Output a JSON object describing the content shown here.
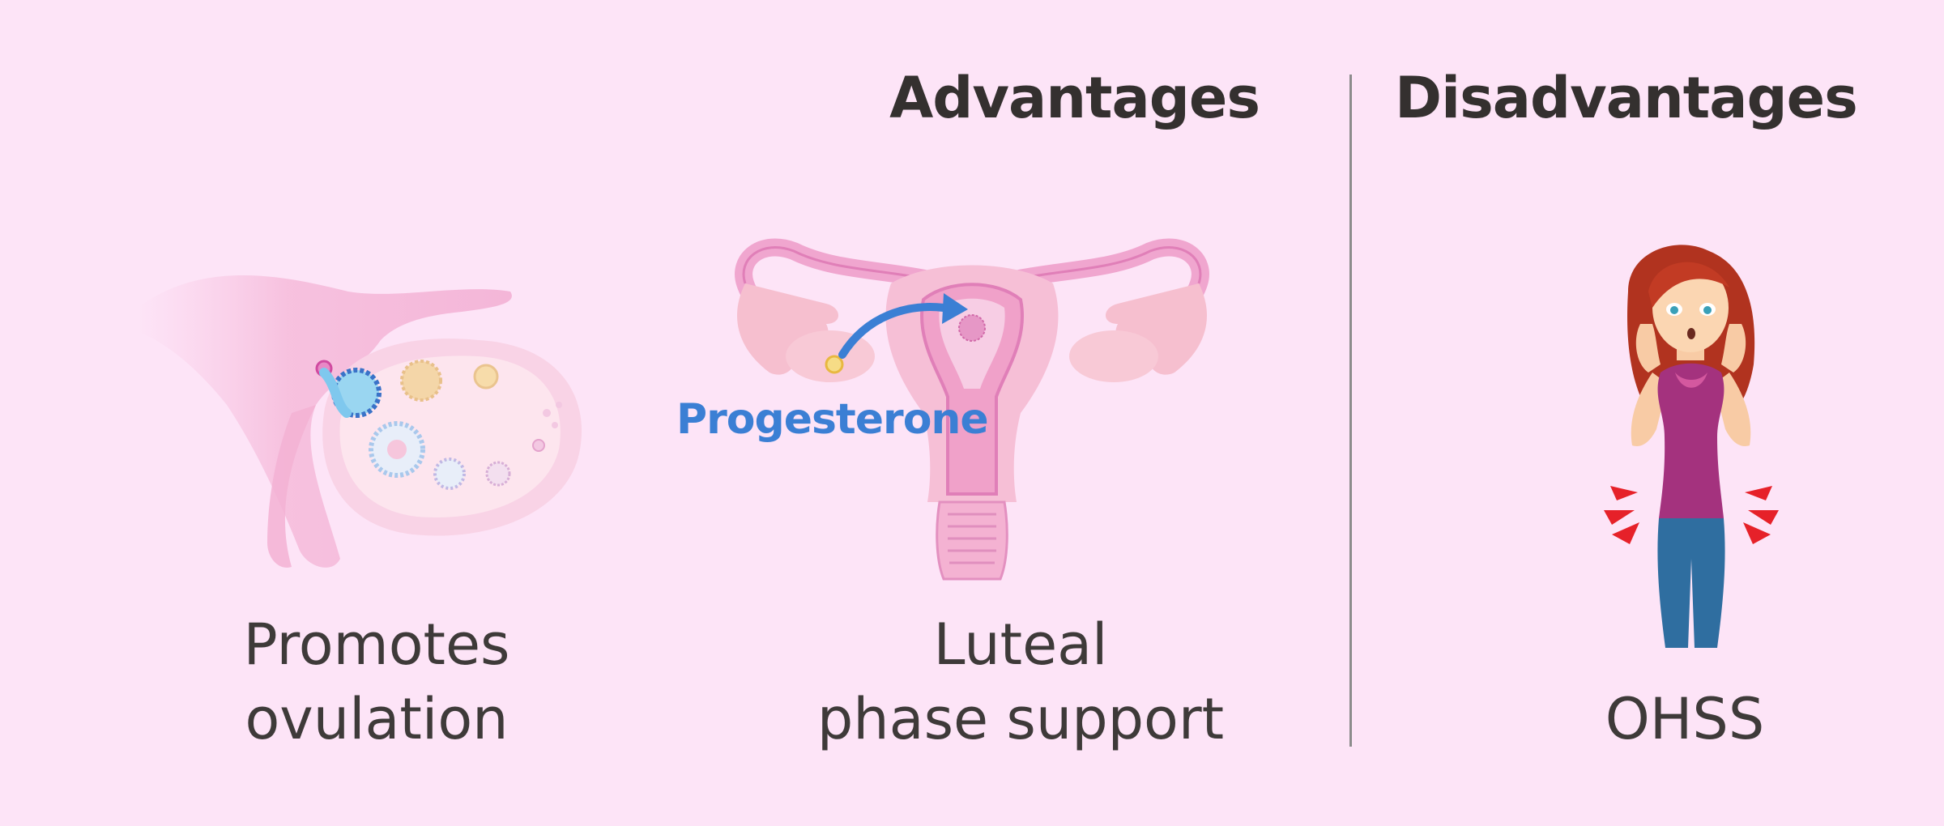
{
  "headings": {
    "advantages": "Advantages",
    "disadvantages": "Disadvantages"
  },
  "panels": [
    {
      "lines": [
        "Promotes",
        "ovulation"
      ]
    },
    {
      "lines": [
        "Luteal",
        "phase support"
      ],
      "label": "Progesterone"
    },
    {
      "lines": [
        "OHSS"
      ]
    }
  ],
  "colors": {
    "background": "#fde4f7",
    "heading": "#34302f",
    "caption": "#3e3a39",
    "progesterone": "#3b7fd4",
    "divider": "#8c8c8c"
  },
  "icons": [
    "ovary-icon",
    "uterus-icon",
    "woman-ohss-icon"
  ]
}
